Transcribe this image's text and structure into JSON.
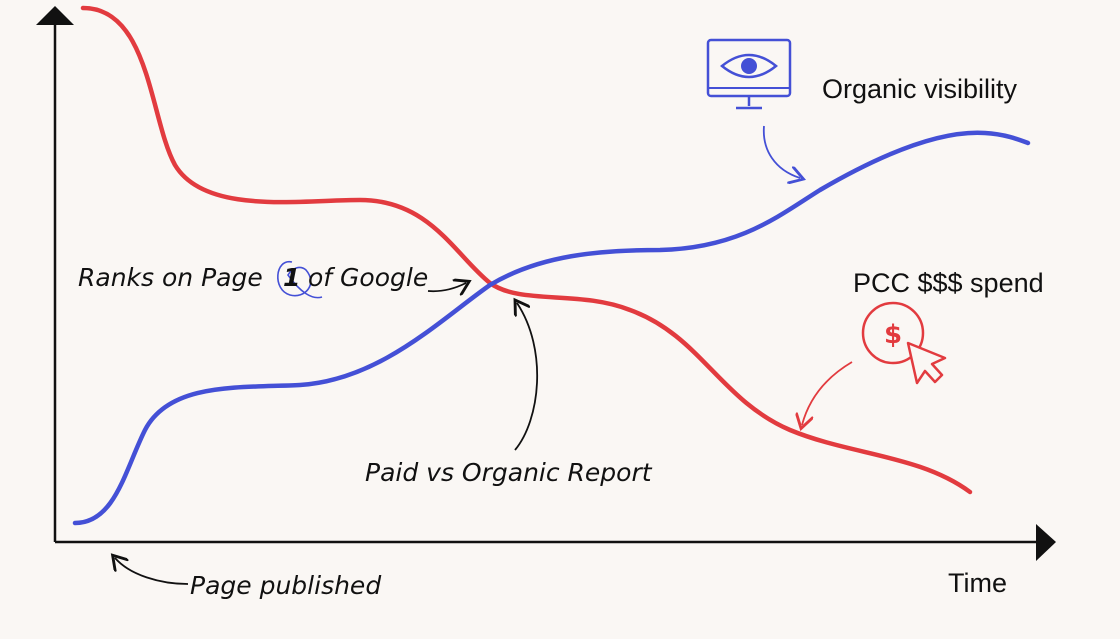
{
  "annotations": {
    "organic_visibility": "Organic visibility",
    "ppc_spend": "PCC $$$ spend",
    "ranks_prefix": "Ranks on Page",
    "ranks_number": "1",
    "ranks_suffix": "of Google",
    "paid_vs_organic": "Paid vs Organic Report",
    "page_published": "Page published",
    "x_axis_label": "Time"
  },
  "icons": {
    "monitor": "monitor-eye-icon",
    "dollar_badge": "$",
    "cursor": "cursor-arrow-icon"
  },
  "colors": {
    "background": "#faf7f4",
    "axis": "#111111",
    "organic_line": "#4450d6",
    "paid_line": "#e23b3f",
    "text": "#111111"
  }
}
